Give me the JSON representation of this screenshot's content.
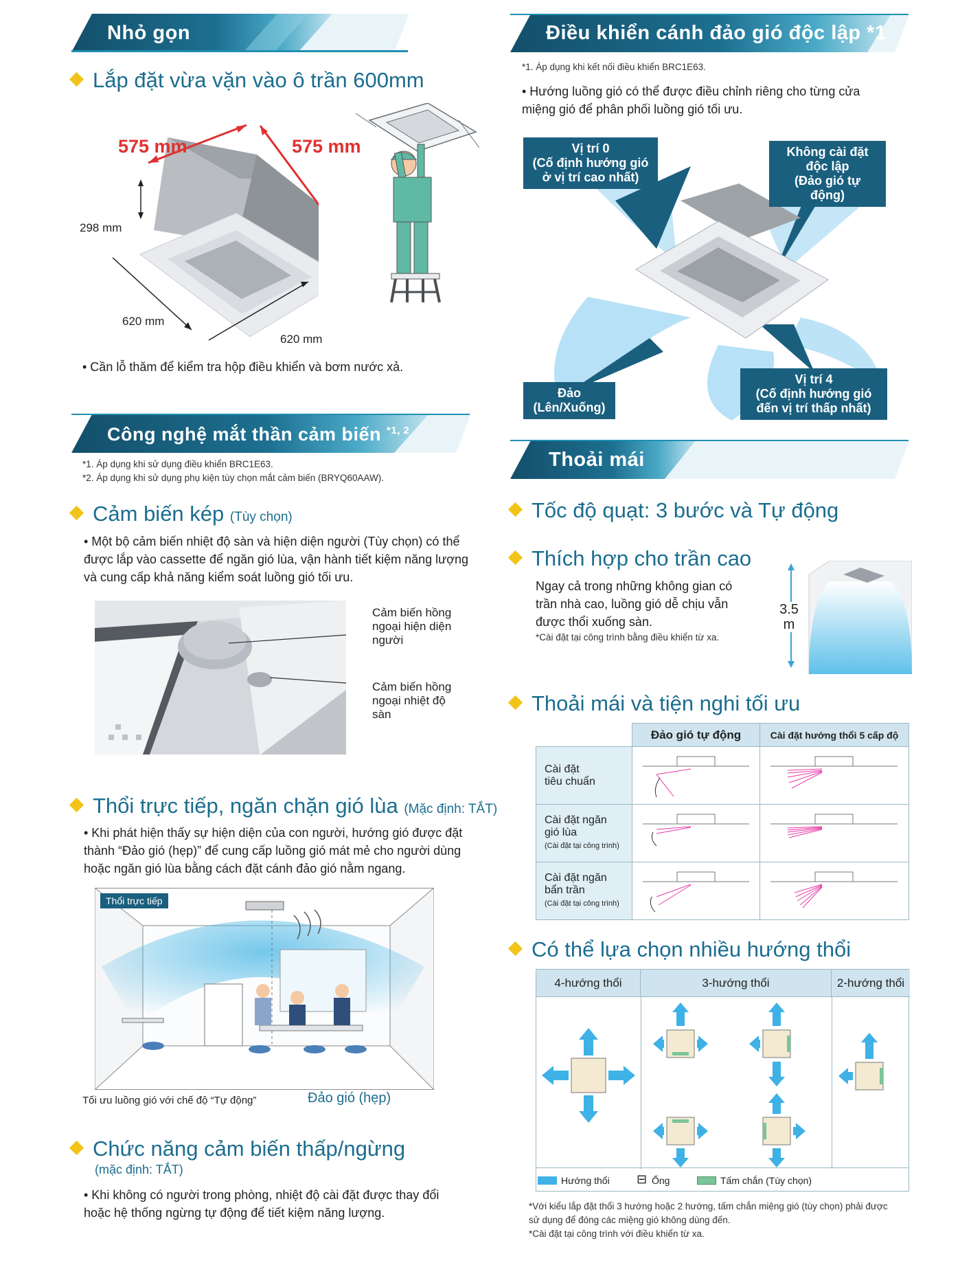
{
  "left": {
    "section1": {
      "banner": "Nhỏ gọn",
      "heading": "Lắp đặt vừa vặn vào ô trần 600mm",
      "dim_575_a": "575 mm",
      "dim_575_b": "575 mm",
      "dim_298": "298 mm",
      "dim_620_a": "620 mm",
      "dim_620_b": "620 mm",
      "bullet": "• Cần lỗ thăm  để kiểm tra hộp điều khiển và bơm nước xả."
    },
    "section2": {
      "banner": "Công nghệ mắt thần cảm biến",
      "banner_sup": "*1, 2",
      "note1": "*1. Áp dụng khi sử dụng điều khiển BRC1E63.",
      "note2": "*2. Áp dụng khi sử dụng phụ kiện tùy chọn mắt cảm biến (BRYQ60AAW).",
      "sub1_heading": "Cảm biến kép",
      "sub1_heading_small": "(Tùy chọn)",
      "sub1_body": "• Một bộ cảm biến nhiệt độ sàn và hiện diện người (Tùy chọn) có thể được lắp vào cassette để ngăn gió lùa, vận hành tiết kiệm năng lượng và cung cấp khả năng kiểm soát luồng gió tối ưu.",
      "sensor_label_1": "Cảm biến hồng ngoại hiện diện người",
      "sensor_label_2": "Cảm biến hồng ngoại nhiệt độ sàn",
      "sub2_heading": "Thổi trực tiếp, ngăn chặn gió lùa",
      "sub2_heading_small": "(Mặc định: TẮT)",
      "sub2_body": "• Khi phát hiện thấy sự hiện diện của con người, hướng gió được đặt thành “Đảo gió (hẹp)” để cung cấp luồng gió mát mẻ cho người dùng hoặc ngăn gió lùa bằng cách đặt cánh đảo gió nằm ngang.",
      "room_tag": "Thổi trực tiếp",
      "room_caption_left": "Tối ưu luồng gió với chế độ “Tự động”",
      "room_caption_right": "Đảo gió (hẹp)",
      "sub3_heading": "Chức năng cảm biến thấp/ngừng",
      "sub3_heading_small": "(mặc định: TẮT)",
      "sub3_body": "• Khi không có người trong phòng, nhiệt độ cài đặt được thay đổi hoặc hệ thống ngừng tự động để tiết kiệm năng lượng."
    }
  },
  "right": {
    "section1": {
      "banner": "Điều khiển cánh đảo gió độc lập *1",
      "note": "*1. Áp dụng khi kết nối điều khiển BRC1E63.",
      "bullet": "• Hướng luồng gió có thể được điều chỉnh riêng cho từng cửa miệng gió để phân phối luồng gió tối ưu.",
      "callout_tl": "Vị trí 0\n(Cố định hướng gió\nở vị trí cao nhất)",
      "callout_tr": "Không cài đặt\nđộc lập\n(Đảo gió tự động)",
      "callout_bl": "Đảo\n(Lên/Xuống)",
      "callout_br": "Vị trí 4\n(Cố định hướng gió\nđến vị trí thấp nhất)"
    },
    "section2": {
      "banner": "Thoải mái",
      "h_speed": "Tốc độ quạt: 3 bước và Tự động",
      "h_ceiling": "Thích hợp cho trần cao",
      "ceiling_body": "Ngay cả trong những không gian có trần nhà cao, luồng gió dễ chịu vẫn được thổi xuống sàn.",
      "ceiling_note": "*Cài đặt tại công trình bằng điều khiển từ xa.",
      "height_label": "3.5\nm",
      "h_comfort": "Thoải mái và tiện nghi tối ưu",
      "table": {
        "col1": "Đảo gió tự động",
        "col2": "Cài đặt hướng thổi 5 cấp độ",
        "rows": [
          {
            "label": "Cài đặt\ntiêu chuẩn",
            "sub": ""
          },
          {
            "label": "Cài đặt ngăn\ngió lùa",
            "sub": "(Cài đặt tại công trình)"
          },
          {
            "label": "Cài đặt ngăn\nbẩn trần",
            "sub": "(Cài đặt tại công trình)"
          }
        ]
      },
      "h_directions": "Có thể lựa chọn nhiều hướng thổi",
      "dir_table": {
        "col1": "4-hướng thổi",
        "col2": "3-hướng thổi",
        "col3": "2-hướng thổi"
      },
      "legend_1": "Hướng thổi",
      "legend_2": "Ống",
      "legend_3": "Tấm chắn (Tùy chọn)",
      "footnote_1": "*Với kiểu lắp đặt thổi 3 hướng hoặc 2 hướng, tấm chắn miệng gió (tùy chọn) phải được sử dụng để đóng các miệng gió không dùng đến.",
      "footnote_2": "*Cài đặt tại công trình với điều khiển từ xa."
    }
  },
  "colors": {
    "banner_dark": "#175b78",
    "banner_mid": "#2b8fae",
    "heading": "#1b6d8f",
    "accent_diamond": "#f2c319",
    "dimension_red": "#e03131",
    "callout": "#1a5f7e",
    "airflow": "#4cb8e6",
    "shutter_green": "#7bc49a"
  }
}
